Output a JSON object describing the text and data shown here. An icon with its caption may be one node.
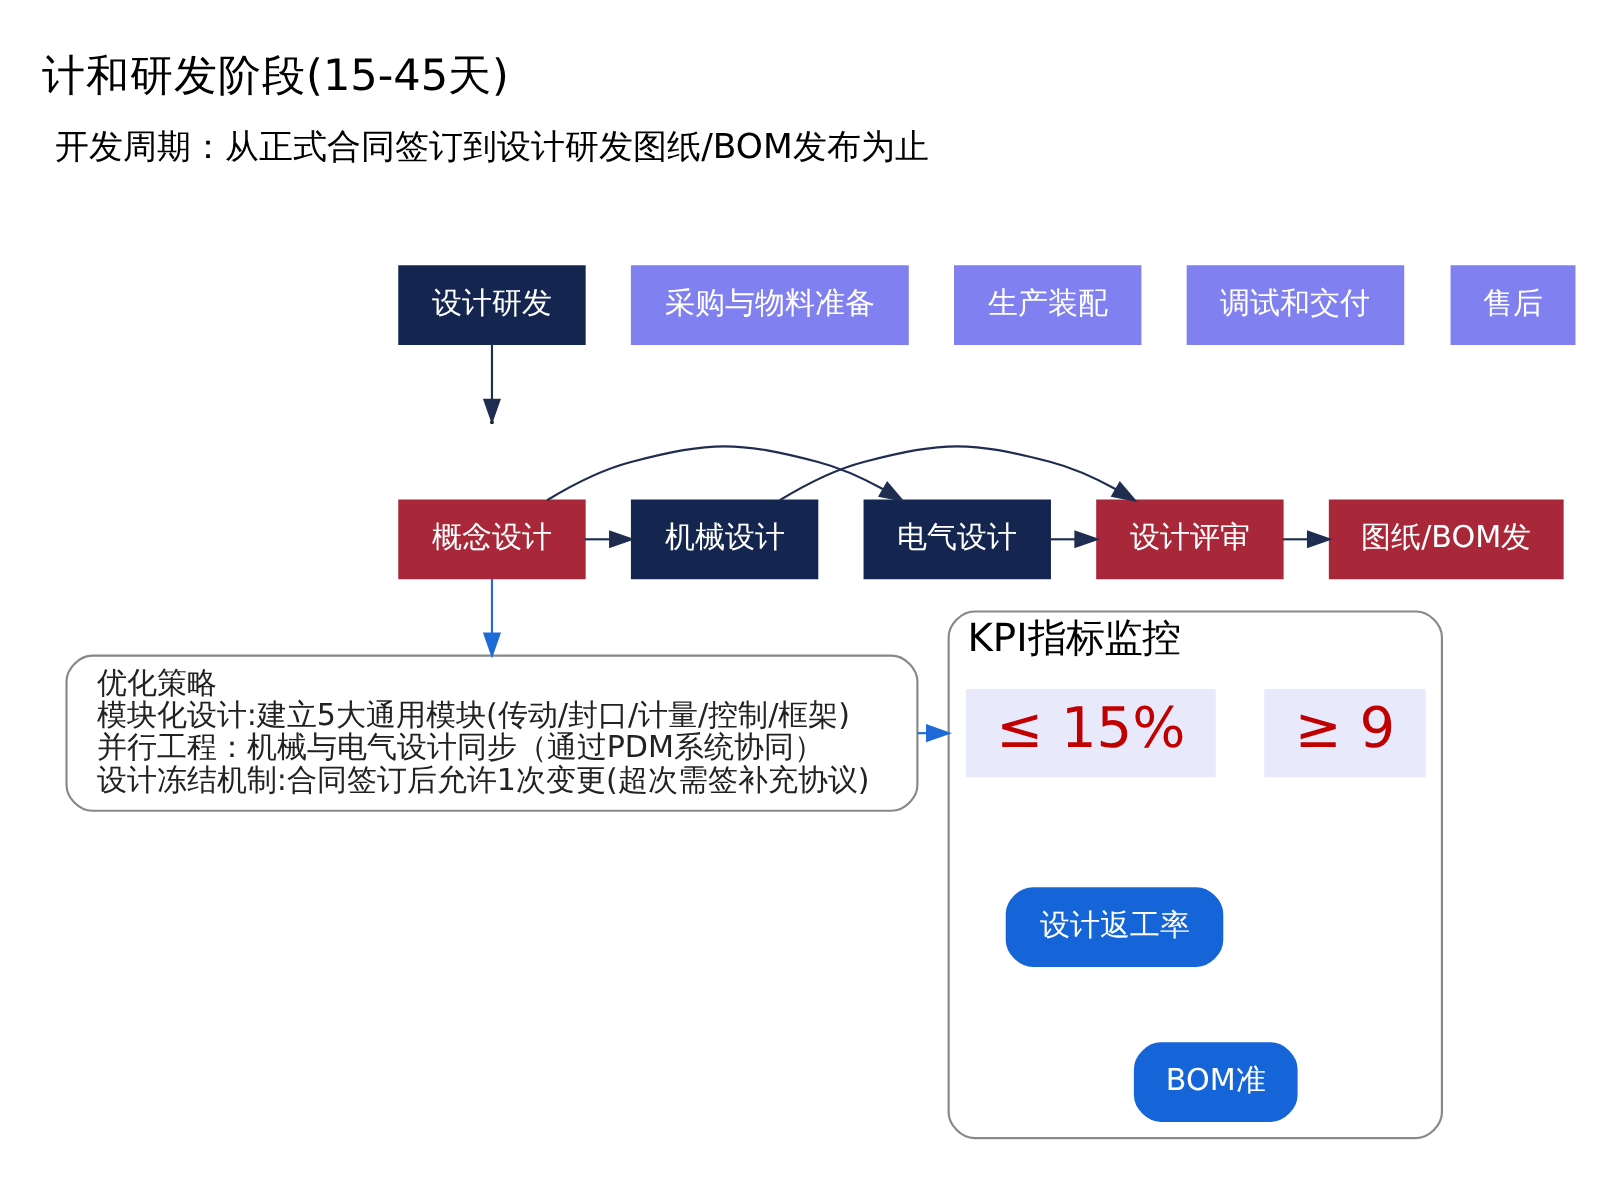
{
  "diagram": {
    "title": "计和研发阶段(15-45天)",
    "nodes": [
      {
        "text": [
          "设计研发"
        ]
      },
      {
        "text": [
          "采购与物料准备"
        ]
      },
      {
        "text": [
          "生产装配"
        ]
      },
      {
        "text": [
          "调试和交付"
        ]
      },
      {
        "text": [
          "售后"
        ]
      },
      {
        "text": [
          "概念设计"
        ]
      },
      {
        "text": [
          "机械设计"
        ]
      },
      {
        "text": [
          "电气设计"
        ]
      },
      {
        "text": [
          "设计评审"
        ]
      },
      {
        "text": [
          "图纸/BOM发"
        ]
      },
      {
        "text": [
          "优化策略",
          "模块化设计:建立5大通用模块(传动/封口/计量/控制/框架)",
          "并行工程：机械与电气设计同步（通过PDM系统协同）",
          "设计冻结机制:合同签订后允许1次变更(超次需签补充协议)"
        ]
      },
      {
        "text": [
          "KPI指标监控"
        ]
      },
      {
        "text": [
          "≤ 15%"
        ],
        "in": 11
      },
      {
        "text": [
          "设计返工率"
        ],
        "in": 11
      },
      {
        "text": [
          "≥ 9"
        ],
        "in": 11
      },
      {
        "text": [
          "BOM准"
        ],
        "in": 11
      }
    ],
    "edges": [
      {
        "from": 0,
        "to": null,
        "arrow": "to"
      },
      {
        "from": 5,
        "to": 6,
        "arrow": "to"
      },
      {
        "from": 5,
        "to": 7,
        "arrow": "to"
      },
      {
        "from": 6,
        "to": 8,
        "arrow": "to"
      },
      {
        "from": 7,
        "to": 8,
        "arrow": "to"
      },
      {
        "from": 8,
        "to": 9,
        "arrow": "to"
      },
      {
        "from": 5,
        "to": 10,
        "arrow": "to",
        "color": "#1e6ad6"
      },
      {
        "from": 10,
        "to": 11,
        "arrow": "to",
        "color": "#1e6ad6"
      }
    ],
    "labels": [
      "开发周期：从正式合同签订到设计研发图纸/BOM发布为止"
    ]
  }
}
